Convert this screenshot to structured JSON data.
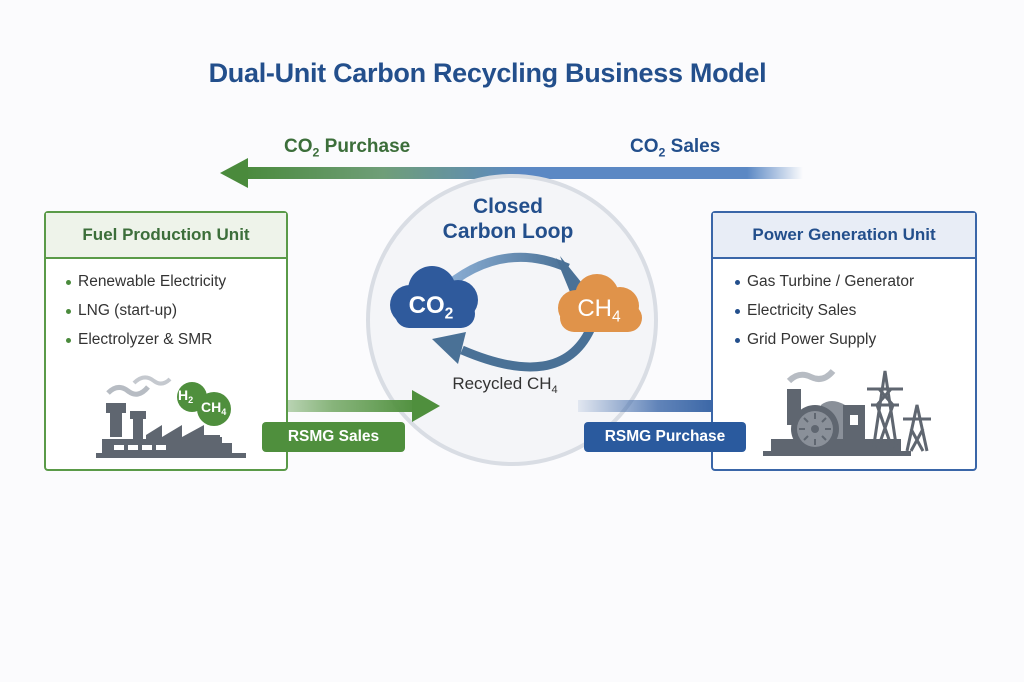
{
  "title": "Dual-Unit Carbon Recycling Business Model",
  "top_flow": {
    "left_label": "CO",
    "left_label_sub": "2",
    "left_label_suffix": " Purchase",
    "right_label": "CO",
    "right_label_sub": "2",
    "right_label_suffix": " Sales",
    "direction": "right-to-left"
  },
  "fuel_unit": {
    "title": "Fuel Production Unit",
    "items": [
      "Renewable Electricity",
      "LNG (start-up)",
      "Electrolyzer & SMR"
    ],
    "icon": "factory-icon",
    "gas_badges": [
      {
        "base": "H",
        "sub": "2"
      },
      {
        "base": "CH",
        "sub": "4"
      }
    ],
    "output_tag": "RSMG Sales"
  },
  "center_loop": {
    "title_line1": "Closed",
    "title_line2": "Carbon Loop",
    "left_cloud": {
      "base": "CO",
      "sub": "2"
    },
    "right_cloud": {
      "base": "CH",
      "sub": "4"
    },
    "bottom_label": "Recycled CH",
    "bottom_label_sub": "4"
  },
  "power_unit": {
    "title": "Power Generation Unit",
    "items": [
      "Gas Turbine / Generator",
      "Electricity Sales",
      "Grid Power Supply"
    ],
    "icon": "power-plant-icon",
    "input_tag": "RSMG Purchase"
  },
  "colors": {
    "title_blue": "#234f8c",
    "fuel_green": "#4f8f3d",
    "power_blue": "#2a5a9e",
    "co2_cloud": "#2f5a9c",
    "ch4_cloud": "#e0934a",
    "icon_gray": "#5f6670",
    "background": "#fbfbfd"
  }
}
